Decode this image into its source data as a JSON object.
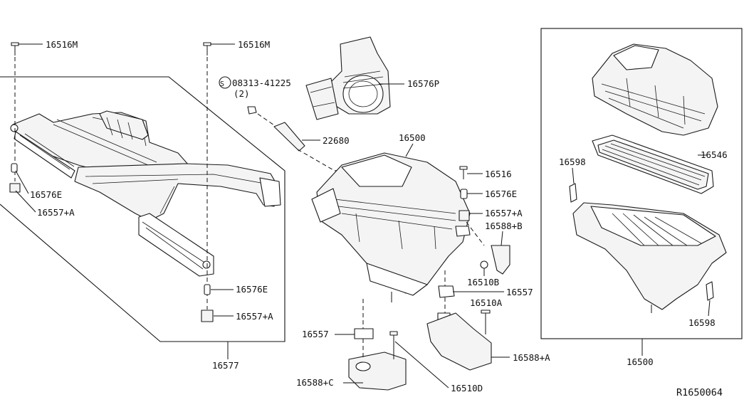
{
  "diagram_ref": "R1650064",
  "callouts": {
    "c16516M_a": "16516M",
    "c16516M_b": "16516M",
    "c08313": "08313-41225",
    "c08313_qty": "(2)",
    "c08313_sym": "S",
    "c16576P": "16576P",
    "c22680": "22680",
    "c16500_top": "16500",
    "c16516": "16516",
    "c16576E_r": "16576E",
    "c16557A_r": "16557+A",
    "c16588B": "16588+B",
    "c16510B": "16510B",
    "c16557_r": "16557",
    "c16510A": "16510A",
    "c16557_l": "16557",
    "c16588A": "16588+A",
    "c16588C": "16588+C",
    "c16510D": "16510D",
    "c16576E_l": "16576E",
    "c16557A_l": "16557+A",
    "c16576E_m": "16576E",
    "c16557A_m": "16557+A",
    "c16577": "16577",
    "c16598_a": "16598",
    "c16546": "16546",
    "c16598_b": "16598",
    "c16500_box": "16500"
  }
}
